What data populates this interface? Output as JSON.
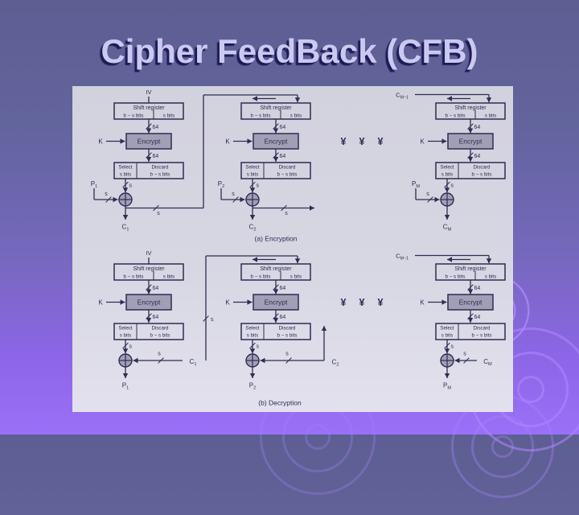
{
  "slide": {
    "title": "Cipher FeedBack (CFB)"
  },
  "colors": {
    "background_top": "#5d5e92",
    "background_bottom": "#9a70f8",
    "panel": "#d6d5e2",
    "ink": "#2e2d52",
    "box_fill": "#a09fb6",
    "title_text": "#cbc8f2",
    "title_shadow": "#1c1c55"
  },
  "diagram": {
    "labels": {
      "iv": "IV",
      "shift_register": "Shift register",
      "reg_left": "b − s bits",
      "reg_right": "s bits",
      "bus": "64",
      "encrypt": "Encrypt",
      "key": "K",
      "select_top": "Select",
      "select_bottom": "s bits",
      "discard_top": "Discard",
      "discard_bottom": "b − s bits",
      "s": "s",
      "ellipsis": "¥",
      "cm_prev": {
        "base": "C",
        "sub": "M−1"
      }
    },
    "encryption": {
      "caption": "(a) Encryption",
      "stages": [
        {
          "input": {
            "base": "P",
            "sub": "1"
          },
          "output": {
            "base": "C",
            "sub": "1"
          }
        },
        {
          "input": {
            "base": "P",
            "sub": "2"
          },
          "output": {
            "base": "C",
            "sub": "2"
          }
        },
        {
          "input": {
            "base": "P",
            "sub": "M"
          },
          "output": {
            "base": "C",
            "sub": "M"
          }
        }
      ]
    },
    "decryption": {
      "caption": "(b) Decryption",
      "stages": [
        {
          "input": {
            "base": "C",
            "sub": "1"
          },
          "output": {
            "base": "P",
            "sub": "1"
          }
        },
        {
          "input": {
            "base": "C",
            "sub": "2"
          },
          "output": {
            "base": "P",
            "sub": "2"
          }
        },
        {
          "input": {
            "base": "C",
            "sub": "M"
          },
          "output": {
            "base": "P",
            "sub": "M"
          }
        }
      ]
    }
  }
}
